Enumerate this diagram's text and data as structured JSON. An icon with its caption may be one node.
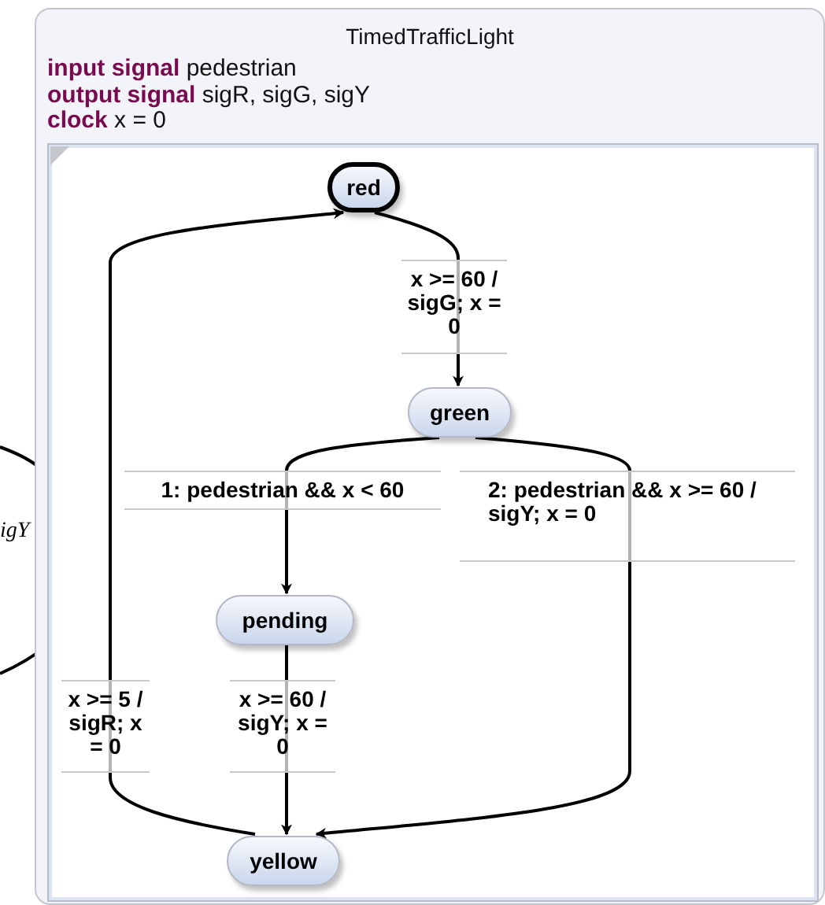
{
  "diagram": {
    "nodes": [
      {
        "text": [
          "TimedTrafficLight",
          "**input signal** pedestrian",
          "**output signal** sigR, sigG, sigY",
          "**clock** x = 0"
        ]
      },
      {
        "text": [],
        "shape": "box",
        "in": 0
      },
      {
        "text": [
          "red"
        ],
        "in": 1
      },
      {
        "text": [
          "green"
        ],
        "in": 1
      },
      {
        "text": [
          "pending"
        ],
        "in": 1
      },
      {
        "text": [
          "yellow"
        ],
        "in": 1
      }
    ],
    "edges": [
      {
        "from": 2,
        "to": 3,
        "arrow": "to",
        "label": "x >= 60 / sigG; x = 0"
      },
      {
        "from": 3,
        "to": 4,
        "arrow": "to",
        "label": "1: pedestrian && x < 60"
      },
      {
        "from": 3,
        "to": 5,
        "arrow": "to",
        "label": "2: pedestrian && x >= 60 / sigY; x = 0"
      },
      {
        "from": 4,
        "to": 5,
        "arrow": "to",
        "label": "x >= 60 / sigY; x = 0"
      },
      {
        "from": 5,
        "to": 2,
        "arrow": "to",
        "label": "x >= 5 / sigR; x = 0"
      }
    ],
    "labels": [
      "igY"
    ]
  }
}
